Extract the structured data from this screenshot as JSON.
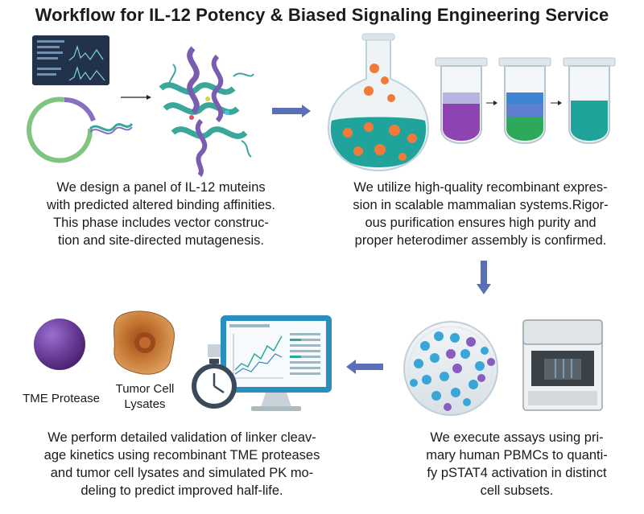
{
  "title": "Workflow for IL-12 Potency & Biased Signaling Engineering Service",
  "steps": [
    {
      "id": "design",
      "description": "We design a panel of IL-12 muteins\nwith predicted altered binding affinities.\nThis phase includes vector construc-\ntion and site-directed mutagenesis."
    },
    {
      "id": "expression",
      "description": "We utilize high-quality recombinant expres-\nsion in scalable mammalian systems.Rigor-\nous purification ensures high purity and\nproper heterodimer assembly is confirmed."
    },
    {
      "id": "assay",
      "description": "We execute assays using pri-\nmary human PBMCs to quanti-\nfy pSTAT4 activation in distinct\ncell subsets."
    },
    {
      "id": "validation",
      "description": "We perform detailed validation of linker cleav-\nage kinetics using recombinant TME proteases\nand tumor cell lysates and simulated PK mo-\ndeling to predict improved half-life."
    }
  ],
  "labels": {
    "tme_protease": "TME Protease",
    "tumor_cell_lysates": "Tumor Cell\nLysates"
  },
  "colors": {
    "arrow_blue": "#5b6fb8",
    "flask_liquid": "#1fa39a",
    "bead_orange": "#f07a3a",
    "protein_teal": "#3aa79a",
    "protein_purple": "#7a5cb0",
    "monitor_frame": "#2a8fc0",
    "sphere_purple": "#6a3d9a",
    "tumor_cell": "#b8692a"
  }
}
